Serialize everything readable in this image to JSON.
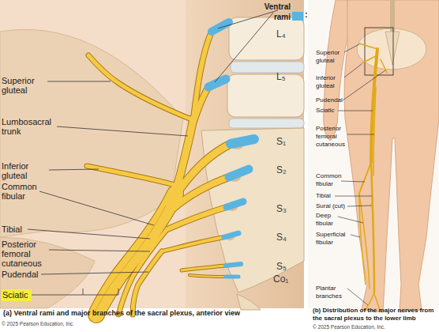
{
  "diagram": {
    "nodes": [
      {
        "text": [
          "Sciatic"
        ]
      }
    ],
    "labels": [
      "Superior gluteal",
      "Lumbosacral trunk",
      "Inferior gluteal",
      "Common fibular",
      "Tibial",
      "Posterior femoral cutaneous",
      "Pudendal",
      "L₄",
      "L₅",
      "S₁",
      "S₂",
      "S₃",
      "S₄",
      "S₅",
      "Co₁",
      ":",
      "(a) Ventral rami and major branches of the sacral plexus, anterior view",
      "© 2025 Pearson Education, Inc.",
      "Superior gluteal",
      "Inferior gluteal",
      "Pudendal",
      "Sciatic",
      "Posterior femoral cutaneous",
      "Common fibular",
      "Tibial",
      "Sural (cut)",
      "Deep fibular",
      "Superficial fibular",
      "Plantar branches",
      "(b) Distribution of the major nerves from the sacral plexus to the lower limb",
      "© 2025 Pearson Education, Inc."
    ],
    "legend": [
      {
        "text": "Ventral rami",
        "color": "#5ab4e0"
      }
    ]
  }
}
